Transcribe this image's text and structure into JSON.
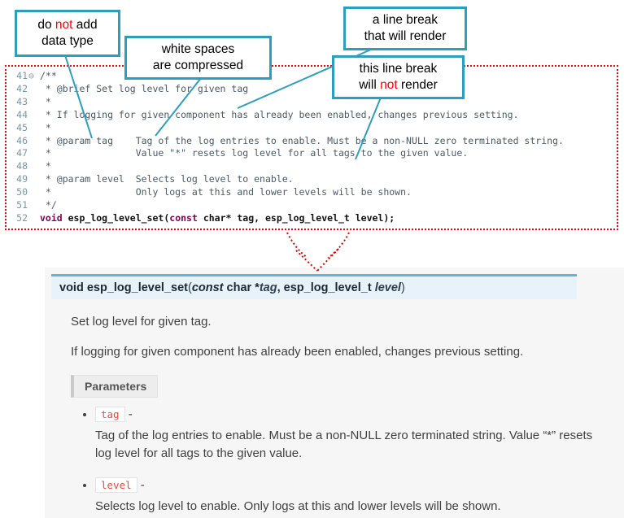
{
  "colors": {
    "callout_border": "#2d9fbe",
    "callout_highlight": "#ff0000",
    "code_border": "#ff0000",
    "code_keyword": "#7f0055",
    "signature_bg": "#e7f2fa",
    "signature_border": "#6ab0de",
    "param_term": "#e74c3c"
  },
  "callouts": {
    "c1": {
      "pre": "do ",
      "not": "not",
      "post": " add\ndata type"
    },
    "c2": {
      "text": "white spaces\nare  compressed"
    },
    "c3": {
      "text": "a line break\nthat will render"
    },
    "c4": {
      "pre": "this line break\nwill ",
      "not": "not",
      "post": " render"
    }
  },
  "code": {
    "lines": [
      {
        "num": "41",
        "marker": "⊖",
        "text": "/**"
      },
      {
        "num": "42",
        "text": " * @brief Set log level for given tag"
      },
      {
        "num": "43",
        "text": " *"
      },
      {
        "num": "44",
        "text": " * If logging for given component has already been enabled, changes previous setting."
      },
      {
        "num": "45",
        "text": " *"
      },
      {
        "num": "46",
        "text": " * @param tag    Tag of the log entries to enable. Must be a non-NULL zero terminated string."
      },
      {
        "num": "47",
        "text": " *               Value \"*\" resets log level for all tags to the given value."
      },
      {
        "num": "48",
        "text": " *"
      },
      {
        "num": "49",
        "text": " * @param level  Selects log level to enable."
      },
      {
        "num": "50",
        "text": " *               Only logs at this and lower levels will be shown."
      },
      {
        "num": "51",
        "text": " */"
      }
    ],
    "sig_line": {
      "num": "52",
      "kw_void": "void",
      "name": " esp_log_level_set",
      "open": "(",
      "kw_const": "const",
      "rest": " char* tag, esp_log_level_t level);"
    }
  },
  "doc": {
    "signature": {
      "kw_void": "void ",
      "name": "esp_log_level_set",
      "open": "(",
      "kw_const": "const",
      "t1": " char *",
      "p1": "tag",
      "comma": ", ",
      "t2": "esp_log_level_t ",
      "p2": "level",
      "close": ")"
    },
    "p1": "Set log level for given tag.",
    "p2": "If logging for given component has already been enabled, changes previous setting.",
    "parameters_label": "Parameters",
    "params": [
      {
        "term": "tag",
        "dash": " -",
        "desc": "Tag of the log entries to enable. Must be a non-NULL zero terminated string. Value “*” resets log level for all tags to the given value."
      },
      {
        "term": "level",
        "dash": " -",
        "desc": "Selects log level to enable. Only logs at this and lower levels will be shown."
      }
    ]
  }
}
